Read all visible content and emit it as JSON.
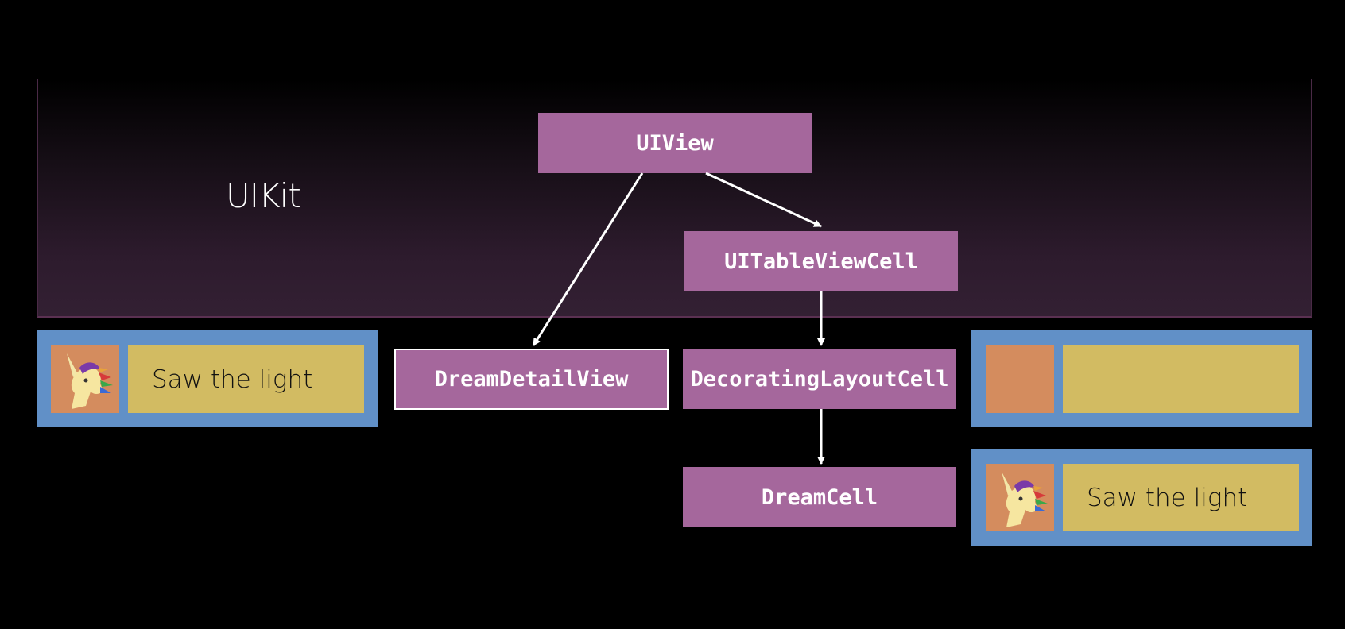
{
  "region": {
    "label": "UIKit"
  },
  "classes": {
    "uiview": "UIView",
    "tableviewcell": "UITableViewCell",
    "detailview": "DreamDetailView",
    "decoratingcell": "DecoratingLayoutCell",
    "dreamcell": "DreamCell"
  },
  "cells": {
    "left": {
      "text": "Saw the light",
      "icon": "unicorn-icon"
    },
    "right_top": {
      "text": "",
      "icon": ""
    },
    "right_bottom": {
      "text": "Saw the light",
      "icon": "unicorn-icon"
    }
  },
  "colors": {
    "class_box": "#a5679c",
    "cell_background": "#6190c7",
    "cell_image": "#d48c5e",
    "cell_text": "#d2bb62"
  }
}
